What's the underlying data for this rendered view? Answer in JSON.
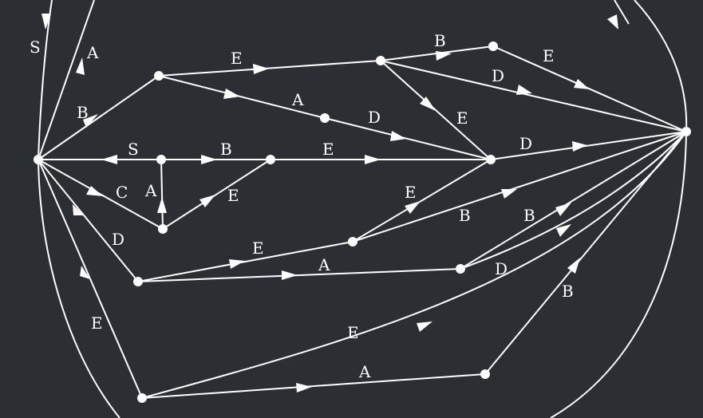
{
  "diagram": {
    "colors": {
      "background": "#2b2f33",
      "stroke": "#ffffff",
      "node": "#ffffff",
      "label": "#ffffff"
    },
    "nodes": [
      "start",
      "end",
      "n1",
      "n2",
      "n3",
      "n4",
      "n5",
      "n6",
      "n7",
      "n8",
      "n9",
      "n10",
      "n11",
      "n12",
      "n13",
      "n14"
    ],
    "edges": [
      {
        "id": "e01",
        "from": "start",
        "to": "n1",
        "label": "B"
      },
      {
        "id": "e02",
        "from": "n1",
        "to": "n2",
        "label": "E"
      },
      {
        "id": "e03",
        "from": "n1",
        "to": "n4",
        "label": "A"
      },
      {
        "id": "e04",
        "from": "n2",
        "to": "n3",
        "label": "B"
      },
      {
        "id": "e05",
        "from": "n3",
        "to": "end",
        "label": "E"
      },
      {
        "id": "e06",
        "from": "n2",
        "to": "end",
        "label": "D"
      },
      {
        "id": "e07",
        "from": "n2",
        "to": "n7",
        "label": "E"
      },
      {
        "id": "e08",
        "from": "n4",
        "to": "n7",
        "label": "D"
      },
      {
        "id": "e09",
        "from": "n7",
        "to": "end",
        "label": "D"
      },
      {
        "id": "e10",
        "from": "n5",
        "to": "start",
        "label": "S"
      },
      {
        "id": "e11",
        "from": "n5",
        "to": "n6",
        "label": "B"
      },
      {
        "id": "e12",
        "from": "n6",
        "to": "n7",
        "label": "E"
      },
      {
        "id": "e13",
        "from": "start",
        "to": "n8",
        "label": "C"
      },
      {
        "id": "e14",
        "from": "n8",
        "to": "n5",
        "label": "A"
      },
      {
        "id": "e15",
        "from": "n8",
        "to": "n6",
        "label": "E"
      },
      {
        "id": "e16",
        "from": "start",
        "to": "n9",
        "label": "D"
      },
      {
        "id": "e17",
        "from": "n9",
        "to": "n10",
        "label": "E"
      },
      {
        "id": "e18",
        "from": "n9",
        "to": "n11",
        "label": "A"
      },
      {
        "id": "e19",
        "from": "n10",
        "to": "n7",
        "label": "E"
      },
      {
        "id": "e20",
        "from": "n10",
        "to": "end",
        "label": "B"
      },
      {
        "id": "e21",
        "from": "n11",
        "to": "end",
        "label": "B"
      },
      {
        "id": "e22",
        "from": "n11",
        "to": "end",
        "label": "D"
      },
      {
        "id": "e23",
        "from": "start",
        "to": "n12",
        "label": "E"
      },
      {
        "id": "e24",
        "from": "n12",
        "to": "end",
        "label": "E"
      },
      {
        "id": "e25",
        "from": "n12",
        "to": "n13",
        "label": "A"
      },
      {
        "id": "e26",
        "from": "n13",
        "to": "end",
        "label": "B"
      },
      {
        "id": "e27",
        "from": "start",
        "to": "top-exit",
        "label": "A"
      },
      {
        "id": "e28",
        "from": "top-entry",
        "to": "start",
        "label": "S"
      }
    ]
  }
}
